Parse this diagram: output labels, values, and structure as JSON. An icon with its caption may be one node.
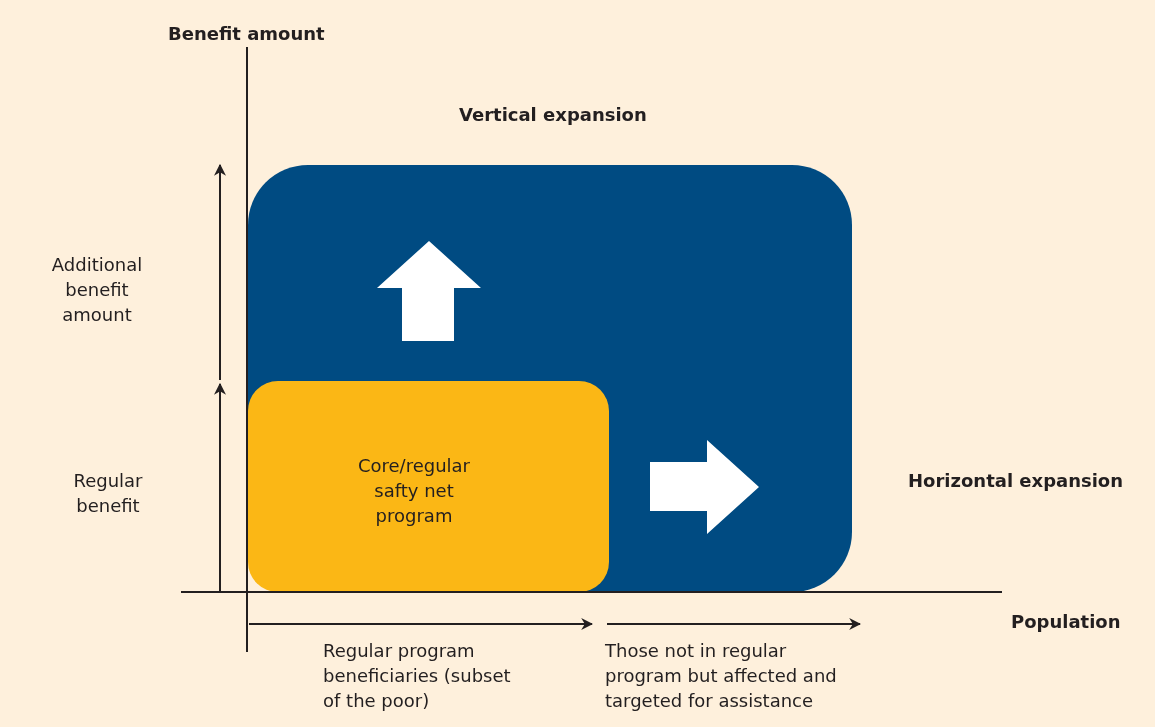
{
  "diagram": {
    "nodes": [
      {
        "text": [],
        "shape": "box"
      },
      {
        "text": [
          "Core/regular safty net program"
        ],
        "in": 0
      }
    ],
    "labels": [
      "Benefit amount",
      "Vertical expansion",
      "Additional benefit amount",
      "Regular benefit",
      "Horizontal expansion",
      "Population",
      "Regular program beneficiaries (subset of the poor)",
      "Those not in regular program but affected and targeted for assistance"
    ]
  }
}
